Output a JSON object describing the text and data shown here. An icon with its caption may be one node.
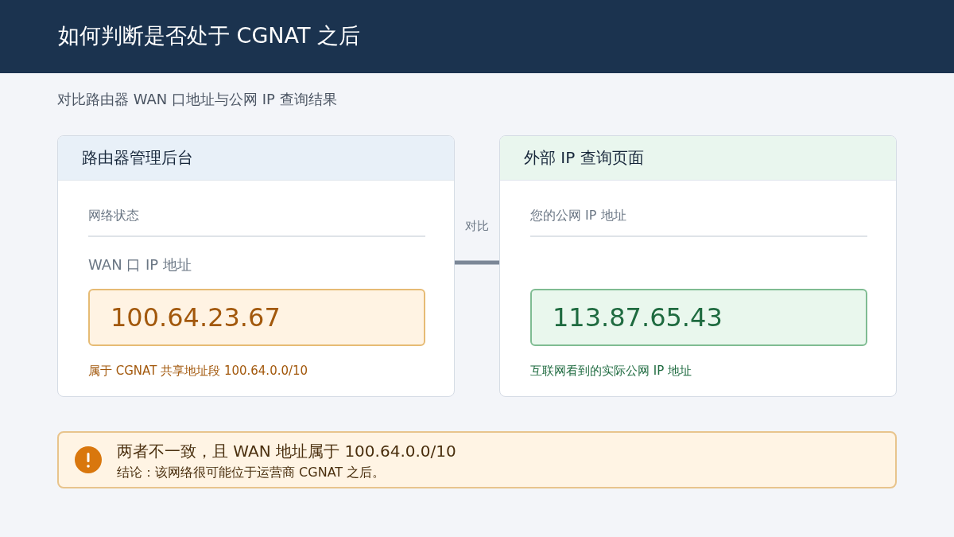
{
  "diagram": {
    "title": "如何判断是否处于 CGNAT 之后",
    "nodes": [
      {
        "text": [
          "路由器管理后台",
          "网络状态",
          "WAN 口 IP 地址"
        ]
      },
      {
        "text": [
          "100.64.23.67"
        ],
        "in": 0,
        "beside": [
          "属于 CGNAT 共享地址段 100.64.0.0/10"
        ]
      },
      {
        "text": [
          "外部 IP 查询页面",
          "您的公网 IP 地址"
        ]
      },
      {
        "text": [
          "113.87.65.43"
        ],
        "in": 2,
        "beside": [
          "互联网看到的实际公网 IP 地址"
        ]
      },
      {
        "text": [
          "两者不一致，且 WAN 地址属于 100.64.0.0/10",
          "结论：该网络很可能位于运营商 CGNAT 之后。"
        ]
      }
    ],
    "edges": [
      {
        "from": 0,
        "to": 2,
        "arrow": "none",
        "label": "对比"
      }
    ],
    "labels": [
      "对比路由器 WAN 口地址与公网 IP 查询结果"
    ]
  }
}
